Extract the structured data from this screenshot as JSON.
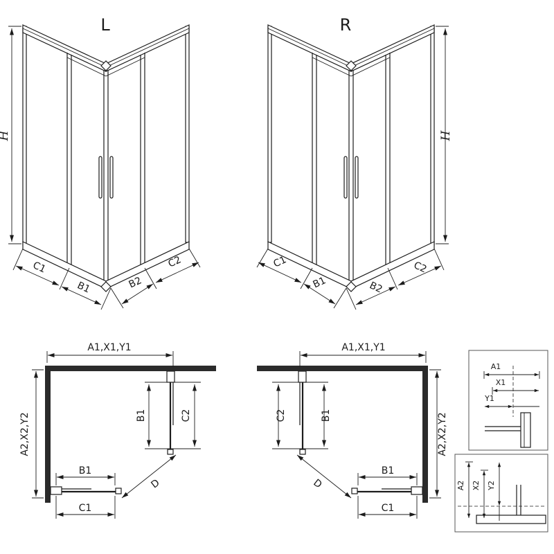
{
  "diagram": {
    "iso_left": {
      "title": "L",
      "dim_height": "H",
      "dim_c1": "C1",
      "dim_b1": "B1",
      "dim_b2": "B2",
      "dim_c2": "C2"
    },
    "iso_right": {
      "title": "R",
      "dim_height": "H",
      "dim_c1": "C1",
      "dim_b1": "B1",
      "dim_b2": "B2",
      "dim_c2": "C2"
    },
    "plan_left": {
      "dim_width": "A1,X1,Y1",
      "dim_depth": "A2,X2,Y2",
      "dim_b1_side": "B1",
      "dim_c2_side": "C2",
      "dim_b1_front": "B1",
      "dim_c1_front": "C1",
      "dim_diagonal": "D"
    },
    "plan_right": {
      "dim_width": "A1,X1,Y1",
      "dim_depth": "A2,X2,Y2",
      "dim_b1_side": "B1",
      "dim_c2_side": "C2",
      "dim_b1_front": "B1",
      "dim_c1_front": "C1",
      "dim_diagonal": "D"
    },
    "detail_width": {
      "dim_a1": "A1",
      "dim_x1": "X1",
      "dim_y1": "Y1"
    },
    "detail_depth": {
      "dim_a2": "A2",
      "dim_x2": "X2",
      "dim_y2": "Y2"
    }
  }
}
